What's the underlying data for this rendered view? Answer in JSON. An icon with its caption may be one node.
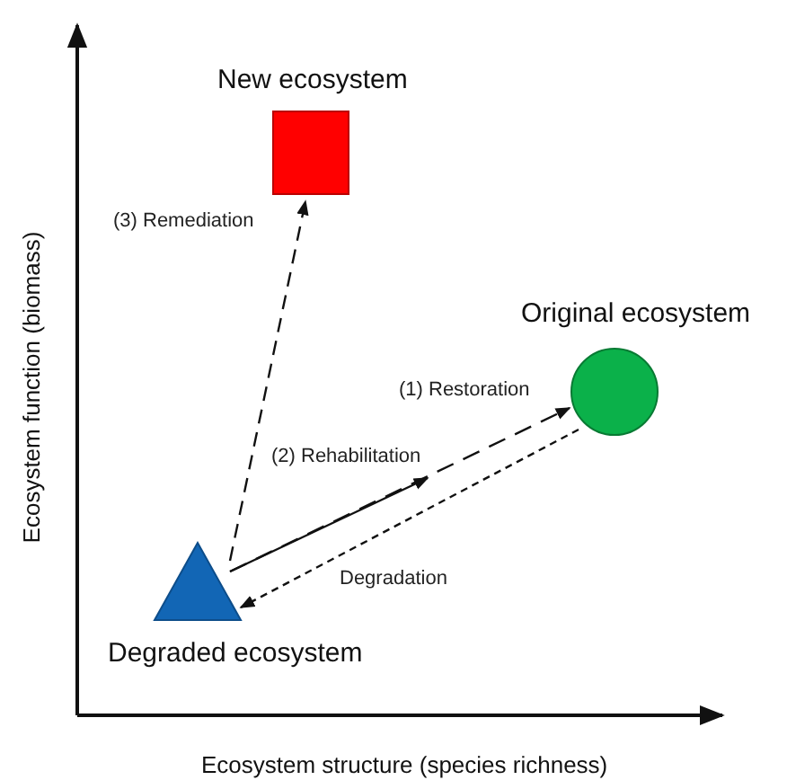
{
  "diagram": {
    "nodes": [
      {
        "text": [
          "New ecosystem"
        ]
      },
      {
        "text": [
          "Original ecosystem"
        ]
      },
      {
        "text": [
          "Degraded ecosystem"
        ]
      }
    ],
    "edges": [
      {
        "from": 2,
        "to": 0,
        "arrow": "to",
        "label": "(3) Remediation",
        "style": "dashed"
      },
      {
        "from": 2,
        "to": 1,
        "arrow": "to",
        "label": "(1) Restoration",
        "style": "dashed"
      },
      {
        "from": 2,
        "to": null,
        "arrow": "to",
        "label": "(2) Rehabilitation"
      },
      {
        "from": 1,
        "to": 2,
        "arrow": "to",
        "label": "Degradation",
        "style": "dashed"
      }
    ],
    "labels": [
      "Ecosystem function (biomass)",
      "Ecosystem structure (species richness)"
    ]
  }
}
